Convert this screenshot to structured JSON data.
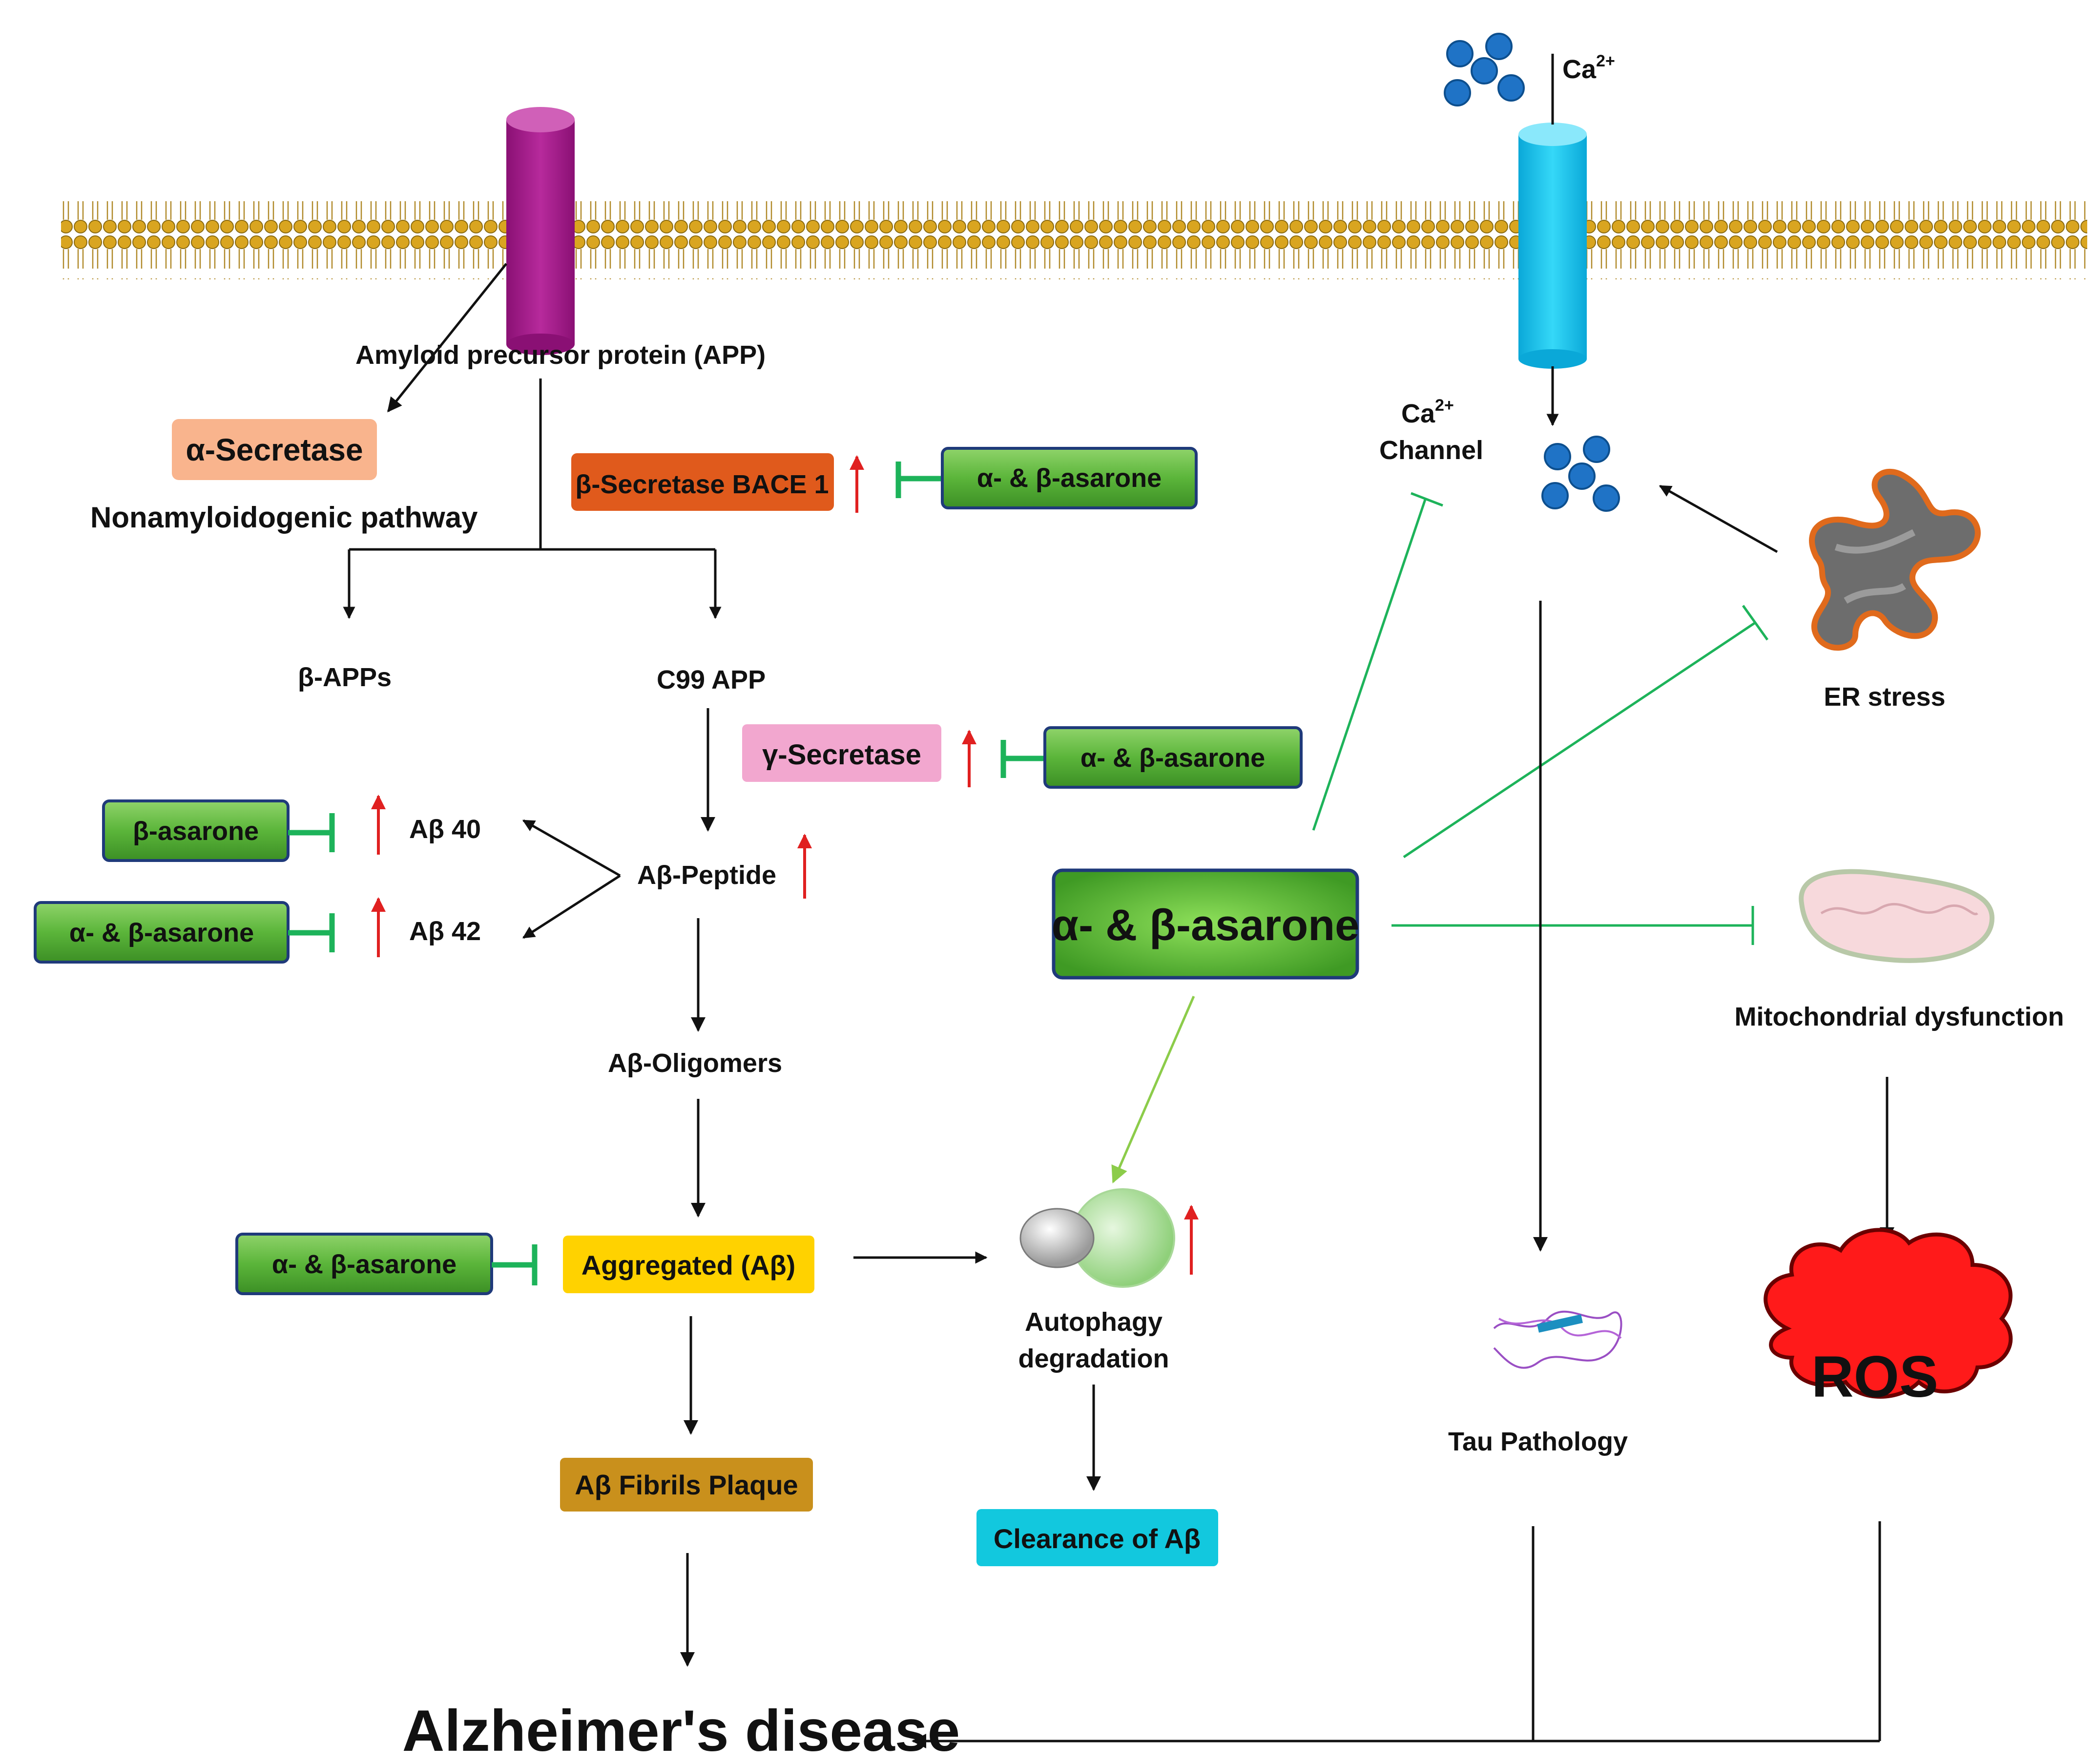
{
  "labels": {
    "ca_top": "Ca",
    "ca_top_sup": "2+",
    "app": "Amyloid precursor protein (APP)",
    "alpha_secretase": "α-Secretase",
    "nonamyloid": "Nonamyloidogenic pathway",
    "beta_secretase": "β-Secretase BACE 1",
    "beta_apps": "β-APPs",
    "c99": "C99 APP",
    "gamma_secretase": "γ-Secretase",
    "abeta40": "Aβ 40",
    "abeta42": "Aβ 42",
    "abeta_peptide": "Aβ-Peptide",
    "abeta_oligomers": "Aβ-Oligomers",
    "aggregated": "Aggregated (Aβ)",
    "fibrils": "Aβ Fibrils Plaque",
    "autophagy_1": "Autophagy",
    "autophagy_2": "degradation",
    "clearance": "Clearance of Aβ",
    "alzheimers": "Alzheimer's disease",
    "ca_channel_1": "Ca",
    "ca_channel_sup": "2+",
    "ca_channel_2": "Channel",
    "er_stress": "ER stress",
    "mito": "Mitochondrial dysfunction",
    "tau": "Tau Pathology",
    "ros": "ROS",
    "asarone_center": "α- & β-asarone",
    "asarone_bace": "α- & β-asarone",
    "asarone_gamma": "α- & β-asarone",
    "beta_asarone": "β-asarone",
    "asarone_a42": "α- & β-asarone",
    "asarone_agg": "α- & β-asarone"
  },
  "colors": {
    "asarone_green": "#5bb53a",
    "inhibit_green": "#1db35a",
    "up_arrow_red": "#e02020",
    "alpha_secretase_fill": "#f9b48d",
    "bace_fill": "#e05a1c",
    "gamma_fill": "#f2a7cf",
    "aggregated_fill": "#ffd200",
    "fibrils_fill": "#c9901c",
    "clearance_fill": "#12c8de",
    "app_receptor": "#a3198a",
    "ca_channel": "#12c8ee",
    "ca_ion": "#1f73c6",
    "ros_fill": "#ff1a1a",
    "er_fill": "#6d6d6d",
    "er_border": "#e06a1c",
    "mito_fill": "#f7d9dc"
  },
  "icons": [
    "membrane-bilayer",
    "app-receptor-icon",
    "calcium-channel-icon",
    "calcium-ion-icon",
    "er-stress-icon",
    "mitochondria-icon",
    "tau-protein-icon",
    "ros-cloud-icon",
    "autophagy-icon"
  ]
}
